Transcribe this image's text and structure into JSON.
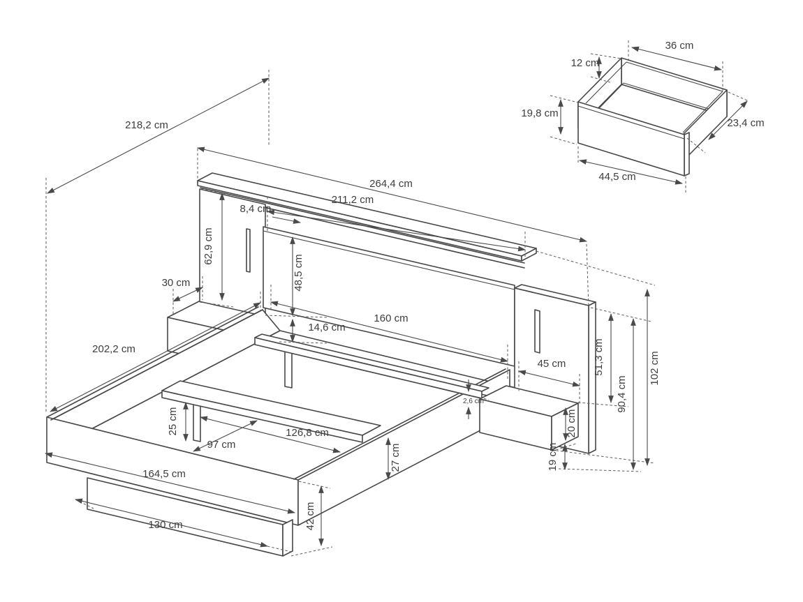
{
  "diagram": {
    "unit": "cm",
    "background_color": "#ffffff",
    "line_color": "#474747",
    "text_color": "#3d3d3d"
  },
  "bed": {
    "overall_depth_diagonal": "218,2 cm",
    "headboard_total_width": "264,4 cm",
    "headboard_panel_width": "211,2 cm",
    "headboard_panel_offset": "8,4 cm",
    "side_panel_drop": "62,9 cm",
    "headboard_panel_height": "48,5 cm",
    "nightstand_depth": "30 cm",
    "panel_to_shelf_gap": "14,6 cm",
    "mattress_width": "160 cm",
    "bed_length": "202,2 cm",
    "nightstand_width": "45 cm",
    "shelf_to_nightstand_height": "51,3 cm",
    "panel_top_to_floor": "90,4 cm",
    "headboard_total_height": "102 cm",
    "slat_bench_height": "25 cm",
    "inner_width": "126,8 cm",
    "inner_diagonal": "97 cm",
    "side_rail_height": "27 cm",
    "rail_lip": "2,6 cm",
    "nightstand_height": "20 cm",
    "nightstand_floor_clearance": "19 cm",
    "footboard_width": "164,5 cm",
    "foot_total_height": "42 cm",
    "plinth_width": "130 cm"
  },
  "drawer": {
    "top_width": "36 cm",
    "box_height": "12 cm",
    "front_height": "19,8 cm",
    "depth": "23,4 cm",
    "front_width": "44,5 cm"
  }
}
